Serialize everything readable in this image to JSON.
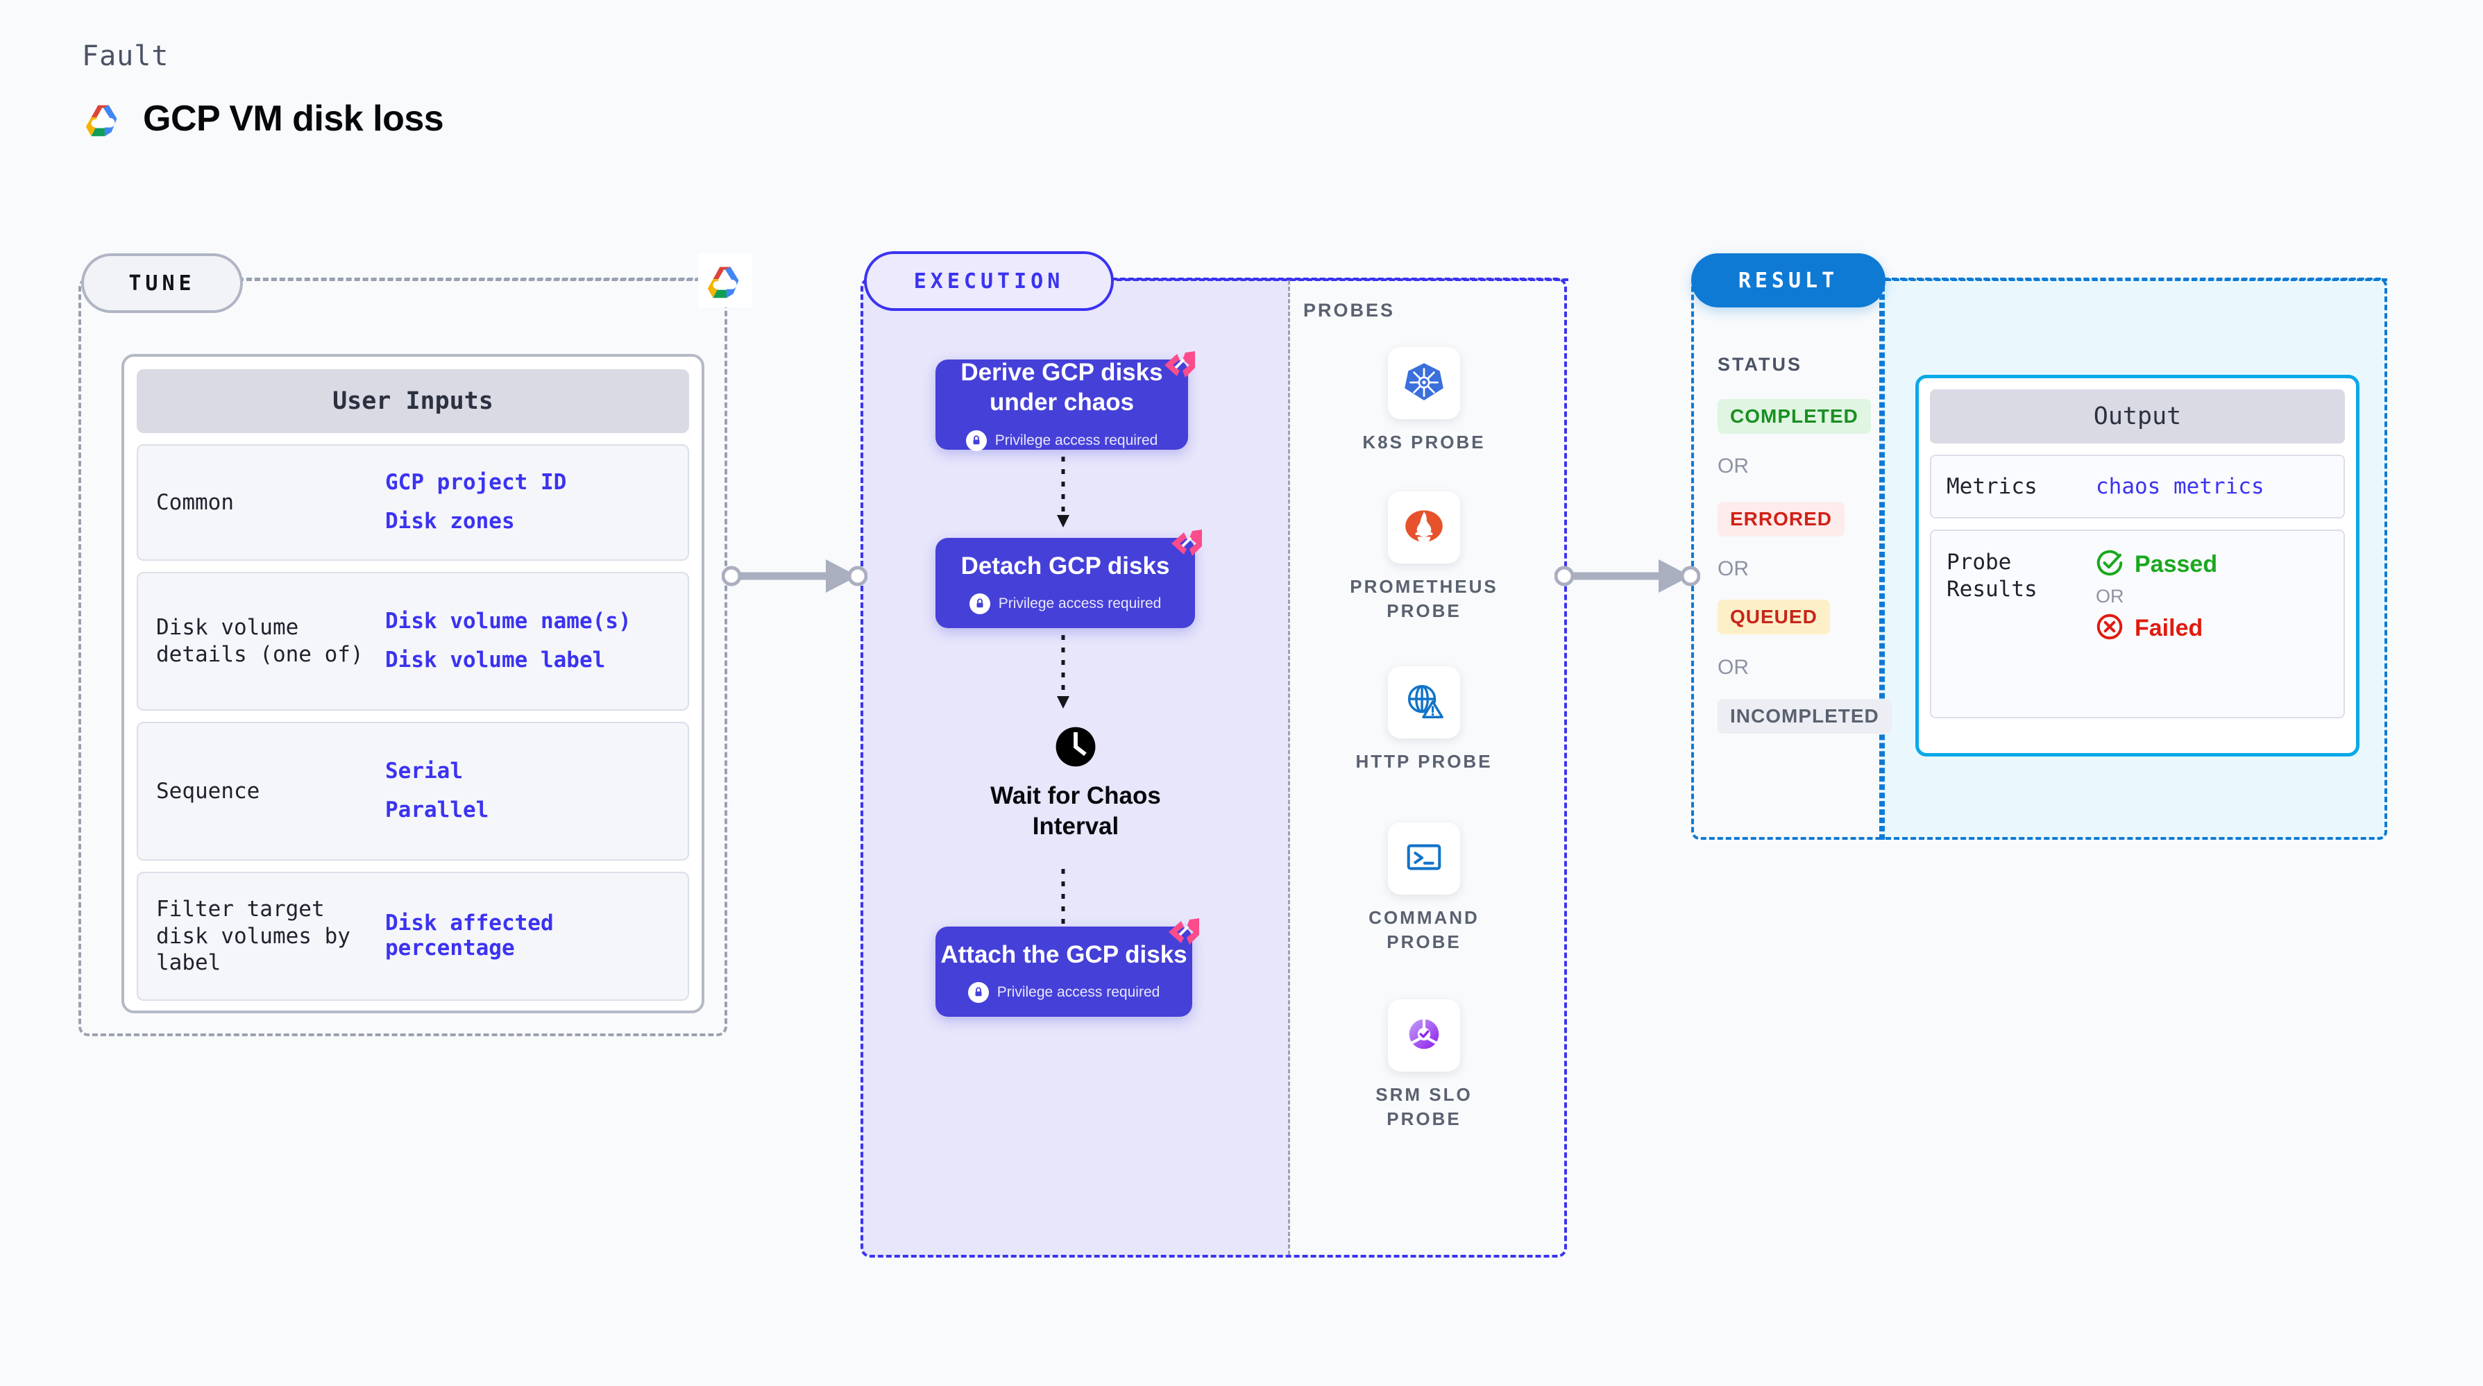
{
  "header": {
    "eyebrow": "Fault",
    "title": "GCP VM disk loss",
    "logo_icon": "gcp-logo-icon"
  },
  "tune": {
    "pill_label": "TUNE",
    "corner_logo_icon": "gcp-logo-icon",
    "card_title": "User Inputs",
    "rows": [
      {
        "key": "Common",
        "values": [
          "GCP project ID",
          "Disk zones"
        ]
      },
      {
        "key": "Disk volume details (one of)",
        "values": [
          "Disk volume name(s)",
          "Disk volume label"
        ]
      },
      {
        "key": "Sequence",
        "values": [
          "Serial",
          "Parallel"
        ]
      },
      {
        "key": "Filter target disk volumes by label",
        "values": [
          "Disk affected percentage"
        ]
      }
    ]
  },
  "execution": {
    "pill_label": "EXECUTION",
    "nodes": [
      {
        "title": "Derive GCP disks under chaos",
        "privilege": "Privilege access required",
        "lock_icon": "lock-icon",
        "ribbon_icon": "harness-ribbon-icon"
      },
      {
        "title": "Detach GCP disks",
        "privilege": "Privilege access required",
        "lock_icon": "lock-icon",
        "ribbon_icon": "harness-ribbon-icon"
      },
      {
        "title": "Attach the GCP disks",
        "privilege": "Privilege access required",
        "lock_icon": "lock-icon",
        "ribbon_icon": "harness-ribbon-icon"
      }
    ],
    "wait": {
      "label": "Wait for Chaos Interval",
      "icon": "clock-icon"
    },
    "probes_label": "PROBES",
    "probes": [
      {
        "name": "K8S PROBE",
        "icon": "kubernetes-icon"
      },
      {
        "name": "PROMETHEUS PROBE",
        "icon": "prometheus-icon"
      },
      {
        "name": "HTTP PROBE",
        "icon": "http-globe-warning-icon"
      },
      {
        "name": "COMMAND PROBE",
        "icon": "terminal-icon"
      },
      {
        "name": "SRM SLO PROBE",
        "icon": "srm-slo-icon"
      }
    ]
  },
  "result": {
    "pill_label": "RESULT",
    "status_label": "STATUS",
    "or_label": "OR",
    "statuses": [
      {
        "label": "COMPLETED",
        "bg": "#e0f5e2",
        "fg": "#1a8f22"
      },
      {
        "label": "ERRORED",
        "bg": "#fdeceb",
        "fg": "#d02118"
      },
      {
        "label": "QUEUED",
        "bg": "#fdf0c8",
        "fg": "#c7261b"
      },
      {
        "label": "INCOMPLETED",
        "bg": "#eceef3",
        "fg": "#5a6170"
      }
    ],
    "output": {
      "card_title": "Output",
      "metrics_key": "Metrics",
      "metrics_value": "chaos metrics",
      "probe_results_key": "Probe Results",
      "passed_label": "Passed",
      "failed_label": "Failed",
      "or_label": "OR",
      "passed_icon": "check-circle-icon",
      "failed_icon": "x-circle-icon"
    }
  },
  "colors": {
    "execution_accent": "#3b33f0",
    "node_blue": "#4540d8",
    "result_accent": "#0f7ad4",
    "output_border": "#0aa9e8",
    "tune_gray": "#9aa1b0",
    "link_blue": "#3b33f0",
    "passed_green": "#1aa81f",
    "failed_red": "#e01b0f"
  }
}
